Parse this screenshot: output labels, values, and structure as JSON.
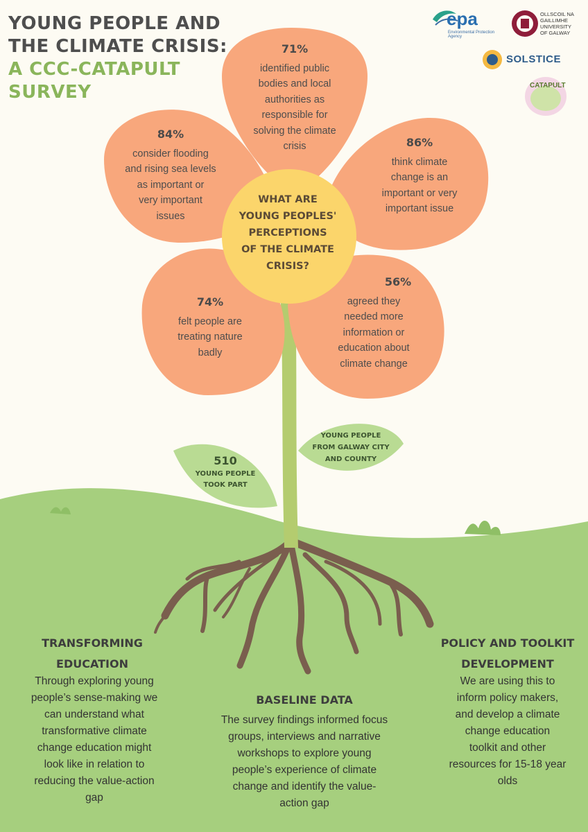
{
  "title": {
    "line1": "YOUNG PEOPLE AND",
    "line2": "THE CLIMATE CRISIS:",
    "line3": "A CCC-CATAPULT",
    "line4": "SURVEY"
  },
  "logos": {
    "epa": "epa",
    "epa_sub": "Environmental Protection Agency",
    "galway_line1": "OLLSCOIL NA",
    "galway_line2": "GAILLIMHE",
    "galway_line3": "UNIVERSITY",
    "galway_line4": "OF GALWAY",
    "solstice": "SOLSTICE",
    "catapult": "CATAPULT"
  },
  "center": {
    "line1": "WHAT ARE",
    "line2": "YOUNG PEOPLES'",
    "line3": "PERCEPTIONS",
    "line4": "OF THE CLIMATE",
    "line5": "CRISIS?"
  },
  "petals": {
    "top": {
      "pct": "71%",
      "l1": "identified public",
      "l2": "bodies and local",
      "l3": "authorities as",
      "l4": "responsible for",
      "l5": "solving the climate",
      "l6": "crisis"
    },
    "left": {
      "pct": "84%",
      "l1": "consider flooding",
      "l2": "and rising sea levels",
      "l3": "as important or",
      "l4": "very important",
      "l5": "issues"
    },
    "right": {
      "pct": "86%",
      "l1": "think climate",
      "l2": "change is an",
      "l3": "important or very",
      "l4": "important issue"
    },
    "bottom_left": {
      "pct": "74%",
      "l1": "felt people are",
      "l2": "treating nature",
      "l3": "badly"
    },
    "bottom_right": {
      "pct": "56%",
      "l1": "agreed they",
      "l2": "needed more",
      "l3": "information or",
      "l4": "education about",
      "l5": "climate change"
    }
  },
  "leaves": {
    "left_number": "510",
    "left_l1": "YOUNG PEOPLE",
    "left_l2": "TOOK PART",
    "right_l1": "YOUNG PEOPLE",
    "right_l2": "FROM GALWAY CITY",
    "right_l3": "AND COUNTY"
  },
  "sections": {
    "education": {
      "h1": "TRANSFORMING",
      "h2": "EDUCATION",
      "b1": "Through exploring young",
      "b2": "people’s sense-making we",
      "b3": "can understand what",
      "b4": "transformative climate",
      "b5": "change education might",
      "b6": "look like in relation to",
      "b7": "reducing the value-action",
      "b8": "gap"
    },
    "baseline": {
      "h1": "BASELINE DATA",
      "b1": "The survey findings informed focus",
      "b2": "groups, interviews and narrative",
      "b3": "workshops to explore young",
      "b4": "people’s experience of climate",
      "b5": "change and identify the value-",
      "b6": "action gap"
    },
    "policy": {
      "h1": "POLICY AND TOOLKIT",
      "h2": "DEVELOPMENT",
      "b1": "We are using this to",
      "b2": "inform policy makers,",
      "b3": "and develop a climate",
      "b4": "change education",
      "b5": "toolkit and other",
      "b6": "resources for 15-18 year",
      "b7": "olds"
    }
  },
  "colors": {
    "background": "#fdfbf3",
    "petal": "#f8a77c",
    "center": "#fbd56b",
    "grass": "#a6cf7e",
    "stem": "#b4cc6f",
    "root": "#7a5e4e",
    "title_green": "#8ab55b"
  }
}
